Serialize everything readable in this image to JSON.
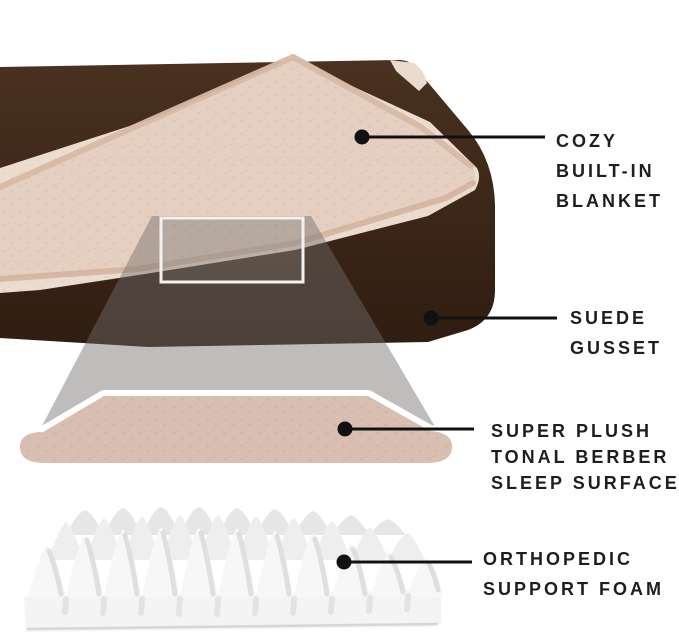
{
  "figure": {
    "kind": "product-feature-callout-diagram"
  },
  "callouts": [
    {
      "id": "cozy-built-in-blanket",
      "lines": [
        "COZY",
        "BUILT-IN",
        "BLANKET"
      ]
    },
    {
      "id": "suede-gusset",
      "lines": [
        "SUEDE",
        "GUSSET"
      ]
    },
    {
      "id": "super-plush-tonal-berber-sleep-surface",
      "lines": [
        "SUPER PLUSH",
        "TONAL BERBER",
        "SLEEP SURFACE"
      ]
    },
    {
      "id": "orthopedic-support-foam",
      "lines": [
        "ORTHOPEDIC",
        "SUPPORT FOAM"
      ]
    }
  ],
  "colors": {
    "background": "#ffffff",
    "text_color": "#1e1e1e",
    "line_black": "#111111",
    "bed_brown_top": "#4a3120",
    "bed_brown_bottom": "#2f1d11",
    "blanket_sheet": "#ecdccf",
    "blanket_flap": "#e5cfc0",
    "blanket_fringe": "#d7b9a5",
    "blanket_fold_shadow": "#d2b29c",
    "blanket_sliver": "#eadbce",
    "fleck": "#c79e86",
    "swatch_beige": "#d8bfb2",
    "swatch_rim": "#ffffff",
    "overlay_gray": "rgba(112,109,106,0.45)",
    "zoom_rect_stroke": "#f4f2f0",
    "foam_front": "#f7f7f7",
    "foam_mid": "#eeeeee",
    "foam_back": "#e6e6e6",
    "foam_wall": "#f4f4f4",
    "foam_shadow": "#dcdcdc",
    "foam_valley": "#e3e3e3",
    "foam_bottom_edge": "#d6d6d6"
  }
}
